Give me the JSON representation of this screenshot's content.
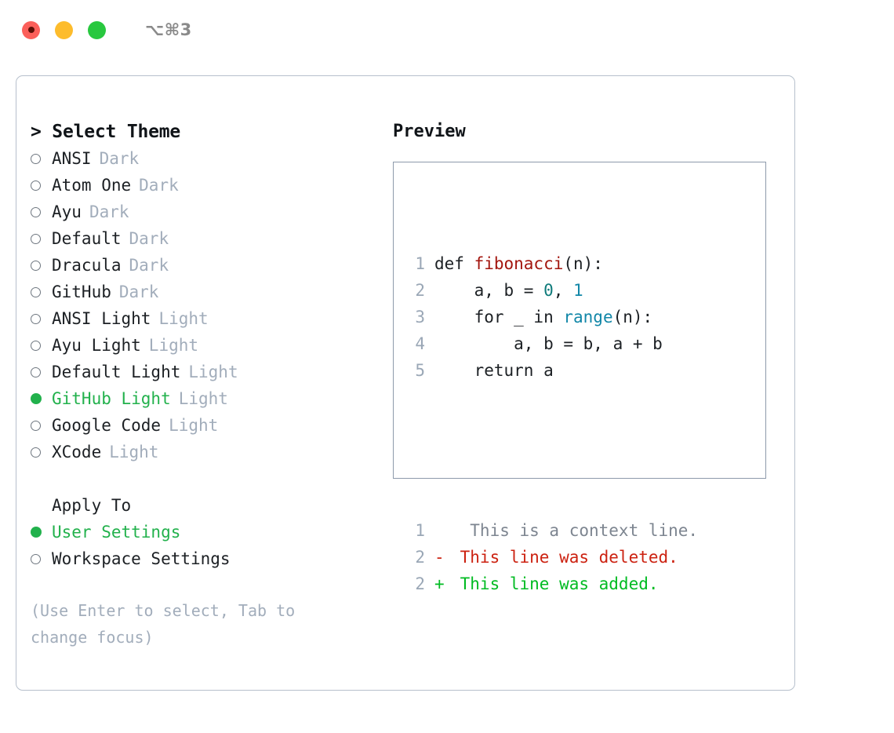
{
  "titlebar": {
    "shortcut": "⌥⌘3",
    "buttons": [
      "close",
      "minimize",
      "maximize"
    ]
  },
  "theme_picker": {
    "heading": "> Select Theme",
    "items": [
      {
        "label": "ANSI",
        "variant": "Dark",
        "selected": false
      },
      {
        "label": "Atom One",
        "variant": "Dark",
        "selected": false
      },
      {
        "label": "Ayu",
        "variant": "Dark",
        "selected": false
      },
      {
        "label": "Default",
        "variant": "Dark",
        "selected": false
      },
      {
        "label": "Dracula",
        "variant": "Dark",
        "selected": false
      },
      {
        "label": "GitHub",
        "variant": "Dark",
        "selected": false
      },
      {
        "label": "ANSI Light",
        "variant": "Light",
        "selected": false
      },
      {
        "label": "Ayu Light",
        "variant": "Light",
        "selected": false
      },
      {
        "label": "Default Light",
        "variant": "Light",
        "selected": false
      },
      {
        "label": "GitHub Light",
        "variant": "Light",
        "selected": true
      },
      {
        "label": "Google Code",
        "variant": "Light",
        "selected": false
      },
      {
        "label": "XCode",
        "variant": "Light",
        "selected": false
      }
    ]
  },
  "apply_to": {
    "heading": "Apply To",
    "options": [
      {
        "label": "User Settings",
        "selected": true
      },
      {
        "label": "Workspace Settings",
        "selected": false
      }
    ]
  },
  "hint": "(Use Enter to select, Tab to change focus)",
  "preview": {
    "title": "Preview",
    "code_lines": [
      {
        "no": "1",
        "parts": [
          {
            "text": "def ",
            "style": "plain"
          },
          {
            "text": "fibonacci",
            "style": "func"
          },
          {
            "text": "(n):",
            "style": "plain"
          }
        ]
      },
      {
        "no": "2",
        "parts": [
          {
            "text": "    a, b = ",
            "style": "plain"
          },
          {
            "text": "0",
            "style": "num"
          },
          {
            "text": ", ",
            "style": "plain"
          },
          {
            "text": "1",
            "style": "num2"
          }
        ]
      },
      {
        "no": "3",
        "parts": [
          {
            "text": "    for _ in ",
            "style": "plain"
          },
          {
            "text": "range",
            "style": "call"
          },
          {
            "text": "(n):",
            "style": "plain"
          }
        ]
      },
      {
        "no": "4",
        "parts": [
          {
            "text": "        a, b = b, a + b",
            "style": "plain"
          }
        ]
      },
      {
        "no": "5",
        "parts": [
          {
            "text": "    return a",
            "style": "plain"
          }
        ]
      }
    ],
    "diff_lines": [
      {
        "no": "1",
        "marker": " ",
        "text": "  This is a context line.",
        "style": "ctx"
      },
      {
        "no": "2",
        "marker": "-",
        "text": " This line was deleted.",
        "style": "del"
      },
      {
        "no": "2",
        "marker": "+",
        "text": " This line was added.",
        "style": "add"
      }
    ]
  },
  "colors": {
    "accent_green": "#22b14c",
    "diff_added": "#00bb22",
    "diff_deleted": "#cc2211",
    "muted": "#a2adbb",
    "border": "#b7c0cc",
    "preview_border": "#8d9aab",
    "function_name": "#a3160f",
    "number": "#0f7b7b",
    "builtin": "#1287a8"
  }
}
